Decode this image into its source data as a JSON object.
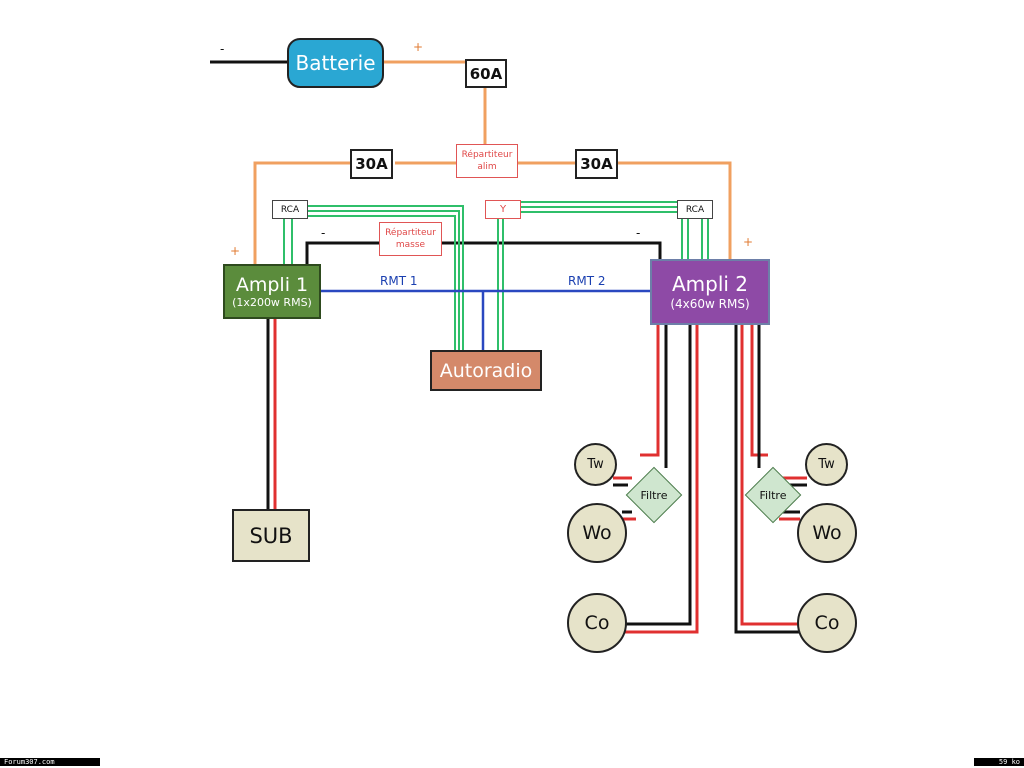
{
  "battery": {
    "label": "Batterie",
    "minus": "-",
    "plus": "+"
  },
  "fuses": {
    "main": "60A",
    "left": "30A",
    "right": "30A"
  },
  "splitters": {
    "power_line1": "Répartiteur",
    "power_line2": "alim",
    "ground_line1": "Répartiteur",
    "ground_line2": "masse",
    "y": "Y"
  },
  "rca": {
    "left": "RCA",
    "right": "RCA"
  },
  "signs": {
    "amp1_plus": "+",
    "amp2_plus": "+",
    "amp1_ground_minus": "-",
    "amp2_ground_minus": "-"
  },
  "amp1": {
    "title": "Ampli 1",
    "subtitle": "(1x200w RMS)",
    "color": "#5b8c3c"
  },
  "amp2": {
    "title": "Ampli 2",
    "subtitle": "(4x60w RMS)",
    "color": "#8e4aa6"
  },
  "remote": {
    "rmt1": "RMT 1",
    "rmt2": "RMT 2"
  },
  "head_unit": {
    "label": "Autoradio",
    "color": "#d4896a"
  },
  "sub": {
    "label": "SUB"
  },
  "speakers_left": {
    "tw": "Tw",
    "wo": "Wo",
    "co": "Co",
    "filter": "Filtre"
  },
  "speakers_right": {
    "tw": "Tw",
    "wo": "Wo",
    "co": "Co",
    "filter": "Filtre"
  },
  "colors": {
    "power": "#f0a060",
    "ground": "#111111",
    "rca": "#2fbf6a",
    "remote": "#2a48c0",
    "speaker_pos": "#e03030",
    "battery": "#2aa7d3",
    "filter": "#cfe6cf"
  },
  "footer": {
    "left": "Forum307.com",
    "right": "59 ko"
  }
}
